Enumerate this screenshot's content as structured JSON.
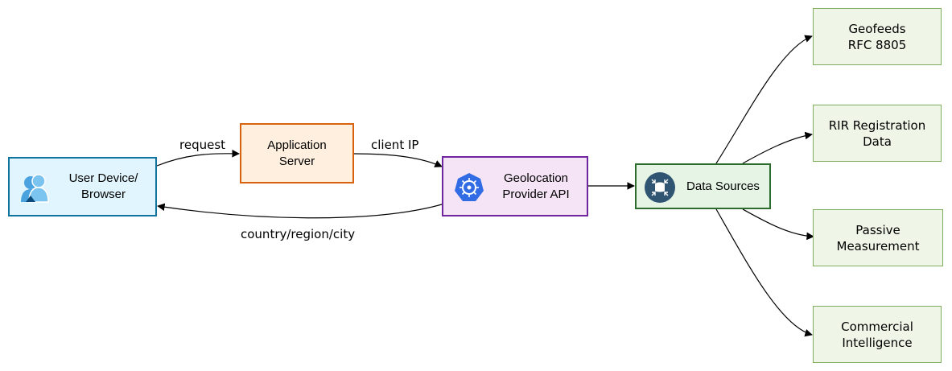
{
  "nodes": {
    "user": "User Device/\nBrowser",
    "app": "Application\nServer",
    "geo": "Geolocation\nProvider API",
    "data": "Data Sources",
    "geofeeds": "Geofeeds\nRFC 8805",
    "rir": "RIR Registration\nData",
    "passive": "Passive\nMeasurement",
    "commercial": "Commercial\nIntelligence"
  },
  "edges": {
    "request": "request",
    "client_ip": "client IP",
    "response": "country/region/city"
  },
  "icons": {
    "user": "users-icon",
    "geo": "kubernetes-icon",
    "data": "database-hub-icon"
  },
  "colors": {
    "user_fill": "#e1f5fe",
    "user_stroke": "#10739e",
    "app_fill": "#ffefdf",
    "app_stroke": "#d9620f",
    "geo_fill": "#f4e4f6",
    "geo_stroke": "#6f24a0",
    "data_fill": "#e6f4e6",
    "data_stroke": "#2c6c2c",
    "source_fill": "#eff6e7",
    "source_stroke": "#7fae5f"
  }
}
